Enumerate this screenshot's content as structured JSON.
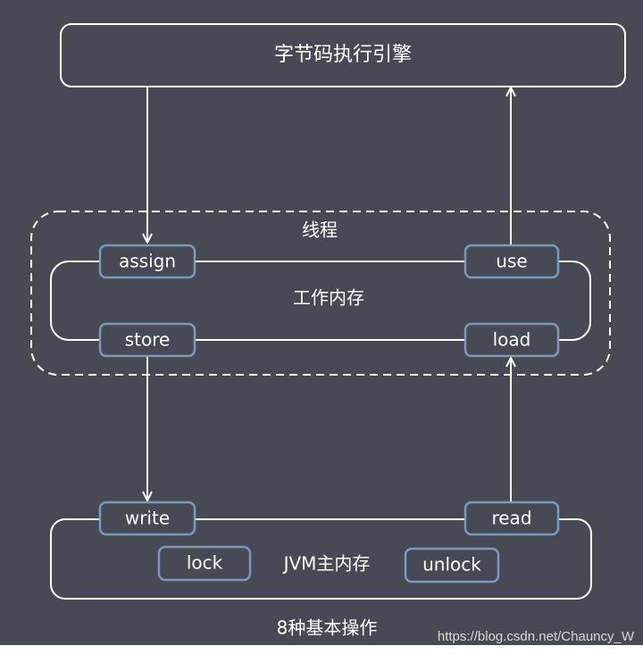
{
  "engine": "字节码执行引擎",
  "thread": "线程",
  "working_memory": "工作内存",
  "main_memory": "JVM主内存",
  "operations": {
    "assign": "assign",
    "use": "use",
    "store": "store",
    "load": "load",
    "write": "write",
    "read": "read",
    "lock": "lock",
    "unlock": "unlock"
  },
  "caption": "8种基本操作",
  "watermark": "https://blog.csdn.net/Chauncy_W",
  "colors": {
    "background": "#474a55",
    "tag_border": "#7e98bb"
  }
}
